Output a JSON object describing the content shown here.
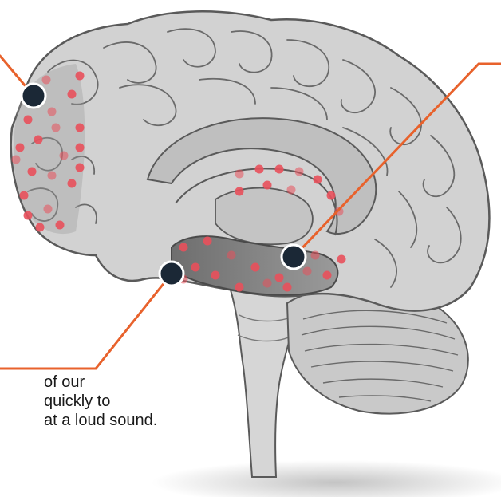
{
  "caption": {
    "line1": "of our",
    "line2": "quickly to",
    "line3": "at a loud sound."
  },
  "colors": {
    "callout_line": "#e8622c",
    "marker": "#1b2836",
    "dot": "#e8505b",
    "brain_fill": "#cfcfcf",
    "brain_stroke": "#5a5a5a"
  },
  "icons": [
    "brain-illustration",
    "marker-dot"
  ]
}
